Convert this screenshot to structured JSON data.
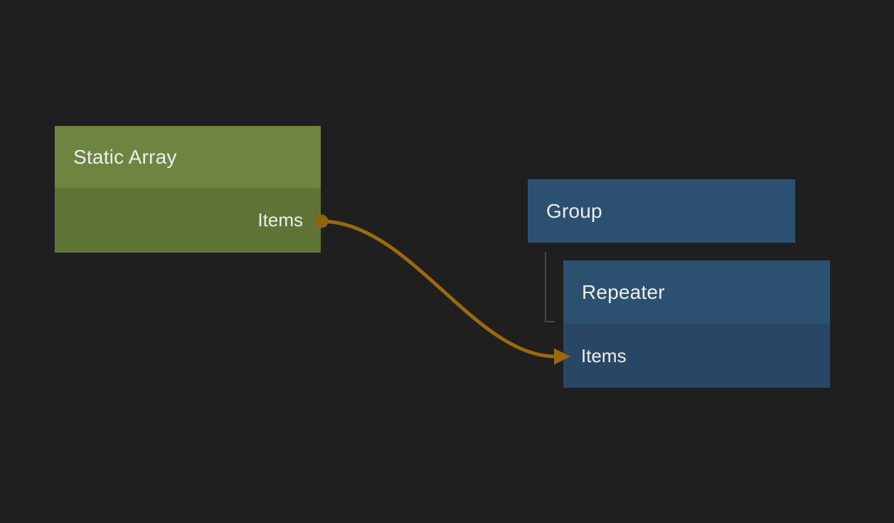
{
  "colors": {
    "canvas_bg": "#1f1f1f",
    "green_header": "#6e8541",
    "green_body": "#617438",
    "blue_header": "#2c5170",
    "blue_body": "#284764",
    "wire": "#9a690f",
    "port_dot": "#8f640e",
    "tree_line": "#464646",
    "node_text": "#eceeee"
  },
  "nodes": {
    "static_array": {
      "title": "Static Array",
      "output_port": "Items"
    },
    "group": {
      "title": "Group"
    },
    "repeater": {
      "title": "Repeater",
      "input_port": "Items"
    }
  },
  "connections": [
    {
      "type": "wire",
      "from_node": "Static Array",
      "from_port": "Items",
      "to_node": "Repeater",
      "to_port": "Items"
    }
  ],
  "hierarchy": [
    {
      "parent": "Group",
      "child": "Repeater"
    }
  ]
}
